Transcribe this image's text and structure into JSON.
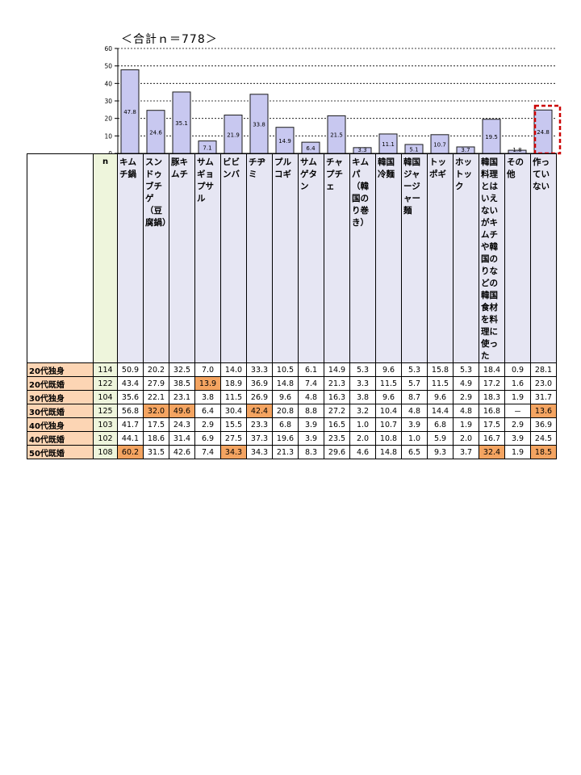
{
  "chart_data": {
    "type": "bar",
    "title": "＜合計ｎ＝778＞",
    "ylim": [
      0,
      60
    ],
    "yticks": [
      0,
      10,
      20,
      30,
      40,
      50,
      60
    ],
    "grid": true,
    "bar_color": "#c8c8f0",
    "highlight_box_color": "#cc0000",
    "highlighted_category_index": 16,
    "categories": [
      "キムチ鍋",
      "スンドゥブチゲ（豆腐鍋）",
      "豚キムチ",
      "サムギョプサル",
      "ビビンバ",
      "チヂミ",
      "プルコギ",
      "サムゲタン",
      "チャプチェ",
      "キムパ（韓国のり巻き）",
      "韓国冷麺",
      "韓国ジャージャー麺",
      "トッポギ",
      "ホットック",
      "韓国料理とはいえないがキムチや韓国のりなどの韓国食材を料理に使った",
      "その他",
      "作っていない"
    ],
    "values": [
      47.8,
      24.6,
      35.1,
      7.1,
      21.9,
      33.8,
      14.9,
      6.4,
      21.5,
      3.3,
      11.1,
      5.1,
      10.7,
      3.7,
      19.5,
      1.8,
      24.8
    ],
    "labels": [
      "47.8",
      "24.6",
      "35.1",
      "7.1",
      "21.9",
      "33.8",
      "14.9",
      "6.4",
      "21.5",
      "3.3",
      "11.1",
      "5.1",
      "10.7",
      "3.7",
      "19.5",
      "1.8",
      "24.8"
    ]
  },
  "table": {
    "n_header": "n",
    "highlight_color": "#f4a461",
    "rows": [
      {
        "label": "20代独身",
        "n": "114",
        "values": [
          "50.9",
          "20.2",
          "32.5",
          "7.0",
          "14.0",
          "33.3",
          "10.5",
          "6.1",
          "14.9",
          "5.3",
          "9.6",
          "5.3",
          "15.8",
          "5.3",
          "18.4",
          "0.9",
          "28.1"
        ],
        "highlights": []
      },
      {
        "label": "20代既婚",
        "n": "122",
        "values": [
          "43.4",
          "27.9",
          "38.5",
          "13.9",
          "18.9",
          "36.9",
          "14.8",
          "7.4",
          "21.3",
          "3.3",
          "11.5",
          "5.7",
          "11.5",
          "4.9",
          "17.2",
          "1.6",
          "23.0"
        ],
        "highlights": [
          3
        ]
      },
      {
        "label": "30代独身",
        "n": "104",
        "values": [
          "35.6",
          "22.1",
          "23.1",
          "3.8",
          "11.5",
          "26.9",
          "9.6",
          "4.8",
          "16.3",
          "3.8",
          "9.6",
          "8.7",
          "9.6",
          "2.9",
          "18.3",
          "1.9",
          "31.7"
        ],
        "highlights": []
      },
      {
        "label": "30代既婚",
        "n": "125",
        "values": [
          "56.8",
          "32.0",
          "49.6",
          "6.4",
          "30.4",
          "42.4",
          "20.8",
          "8.8",
          "27.2",
          "3.2",
          "10.4",
          "4.8",
          "14.4",
          "4.8",
          "16.8",
          "－",
          "13.6"
        ],
        "highlights": [
          1,
          2,
          5,
          16
        ]
      },
      {
        "label": "40代独身",
        "n": "103",
        "values": [
          "41.7",
          "17.5",
          "24.3",
          "2.9",
          "15.5",
          "23.3",
          "6.8",
          "3.9",
          "16.5",
          "1.0",
          "10.7",
          "3.9",
          "6.8",
          "1.9",
          "17.5",
          "2.9",
          "36.9"
        ],
        "highlights": []
      },
      {
        "label": "40代既婚",
        "n": "102",
        "values": [
          "44.1",
          "18.6",
          "31.4",
          "6.9",
          "27.5",
          "37.3",
          "19.6",
          "3.9",
          "23.5",
          "2.0",
          "10.8",
          "1.0",
          "5.9",
          "2.0",
          "16.7",
          "3.9",
          "24.5"
        ],
        "highlights": []
      },
      {
        "label": "50代既婚",
        "n": "108",
        "values": [
          "60.2",
          "31.5",
          "42.6",
          "7.4",
          "34.3",
          "34.3",
          "21.3",
          "8.3",
          "29.6",
          "4.6",
          "14.8",
          "6.5",
          "9.3",
          "3.7",
          "32.4",
          "1.9",
          "18.5"
        ],
        "highlights": [
          0,
          4,
          14,
          16
        ]
      }
    ]
  }
}
